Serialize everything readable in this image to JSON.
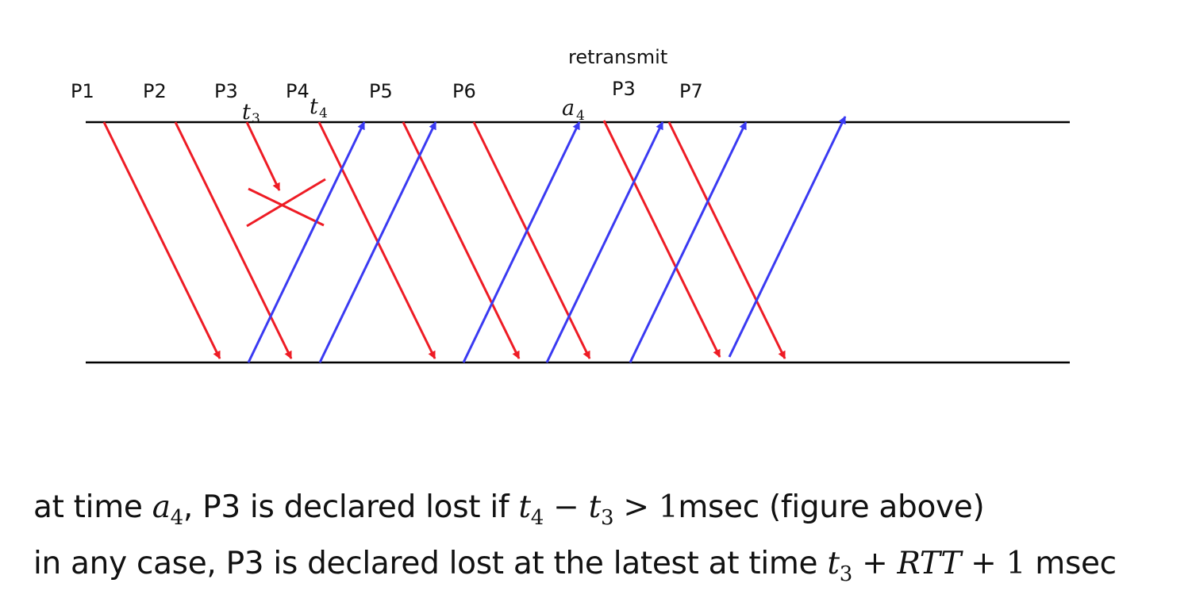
{
  "diagram": {
    "retransmit_label": "retransmit",
    "packet_labels": [
      "P1",
      "P2",
      "P3",
      "P4",
      "P5",
      "P6",
      "P3",
      "P7"
    ],
    "time_labels": [
      {
        "var": "t",
        "sub": "3"
      },
      {
        "var": "t",
        "sub": "4"
      },
      {
        "var": "a",
        "sub": "4"
      }
    ],
    "colors": {
      "data": "#ee1c25",
      "ack": "#3a3af2",
      "timeline": "#000000"
    }
  },
  "caption": {
    "line1": {
      "prefix": "at time ",
      "a_var": "a",
      "a_sub": "4",
      "mid": ", P3 is declared lost if ",
      "t4_var": "t",
      "t4_sub": "4",
      "minus": " − ",
      "t3_var": "t",
      "t3_sub": "3",
      "gt": " > ",
      "one": "1",
      "suffix": "msec (figure above)"
    },
    "line2": {
      "prefix": "in any case, P3 is declared lost at the latest at time ",
      "t3_var": "t",
      "t3_sub": "3",
      "plus1": " + ",
      "rtt": "RTT",
      "plus2": " + ",
      "one": "1",
      "suffix": " msec"
    }
  }
}
